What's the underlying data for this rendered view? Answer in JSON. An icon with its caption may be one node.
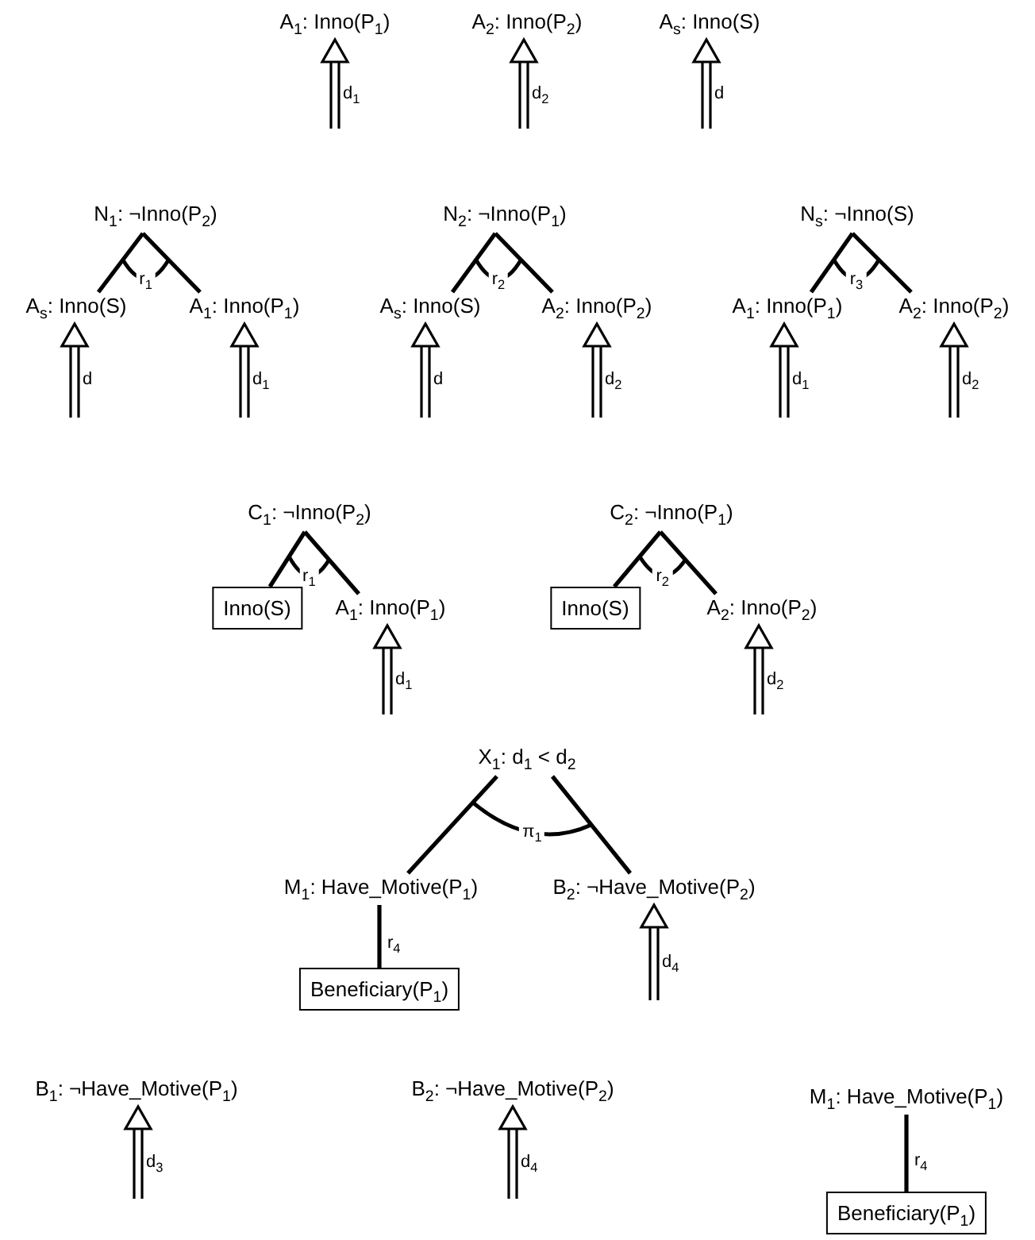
{
  "diagram": {
    "nodes": [
      {
        "text": [
          "A$_{1}$: Inno(P$_{1}$)"
        ]
      },
      {
        "text": [
          "A$_{2}$: Inno(P$_{2}$)"
        ]
      },
      {
        "text": [
          "A$_{s}$: Inno(S)"
        ]
      },
      {
        "text": [
          "N$_{1}$: ¬Inno(P$_{2}$)"
        ]
      },
      {
        "text": [
          "A$_{s}$: Inno(S)"
        ]
      },
      {
        "text": [
          "A$_{1}$: Inno(P$_{1}$)"
        ]
      },
      {
        "text": [
          "N$_{2}$: ¬Inno(P$_{1}$)"
        ]
      },
      {
        "text": [
          "A$_{s}$: Inno(S)"
        ]
      },
      {
        "text": [
          "A$_{2}$: Inno(P$_{2}$)"
        ]
      },
      {
        "text": [
          "N$_{s}$: ¬Inno(S)"
        ]
      },
      {
        "text": [
          "A$_{1}$: Inno(P$_{1}$)"
        ]
      },
      {
        "text": [
          "A$_{2}$: Inno(P$_{2}$)"
        ]
      },
      {
        "text": [
          "C$_{1}$: ¬Inno(P$_{2}$)"
        ]
      },
      {
        "text": [
          "Inno(S)"
        ]
      },
      {
        "text": [
          "A$_{1}$: Inno(P$_{1}$)"
        ]
      },
      {
        "text": [
          "C$_{2}$: ¬Inno(P$_{1}$)"
        ]
      },
      {
        "text": [
          "Inno(S)"
        ]
      },
      {
        "text": [
          "A$_{2}$: Inno(P$_{2}$)"
        ]
      },
      {
        "text": [
          "X$_{1}$: d$_{1}$ < d$_{2}$"
        ]
      },
      {
        "text": [
          "M$_{1}$: Have_Motive(P$_{1}$)"
        ]
      },
      {
        "text": [
          "B$_{2}$: ¬Have_Motive(P$_{2}$)"
        ]
      },
      {
        "text": [
          "Beneficiary(P$_{1}$)"
        ]
      },
      {
        "text": [
          "B$_{1}$: ¬Have_Motive(P$_{1}$)"
        ]
      },
      {
        "text": [
          "B$_{2}$: ¬Have_Motive(P$_{2}$)"
        ]
      },
      {
        "text": [
          "M$_{1}$: Have_Motive(P$_{1}$)"
        ]
      },
      {
        "text": [
          "Beneficiary(P$_{1}$)"
        ]
      }
    ],
    "edges": [
      {
        "from": null,
        "to": 0,
        "arrow": "to",
        "label": "d$_{1}$"
      },
      {
        "from": null,
        "to": 1,
        "arrow": "to",
        "label": "d$_{2}$"
      },
      {
        "from": null,
        "to": 2,
        "arrow": "to",
        "label": "d"
      },
      {
        "from": 3,
        "to": 4,
        "arrow": "none"
      },
      {
        "from": 3,
        "to": 5,
        "arrow": "none"
      },
      {
        "from": null,
        "to": 4,
        "arrow": "to",
        "label": "d"
      },
      {
        "from": null,
        "to": 5,
        "arrow": "to",
        "label": "d$_{1}$"
      },
      {
        "from": 6,
        "to": 7,
        "arrow": "none"
      },
      {
        "from": 6,
        "to": 8,
        "arrow": "none"
      },
      {
        "from": null,
        "to": 7,
        "arrow": "to",
        "label": "d"
      },
      {
        "from": null,
        "to": 8,
        "arrow": "to",
        "label": "d$_{2}$"
      },
      {
        "from": 9,
        "to": 10,
        "arrow": "none"
      },
      {
        "from": 9,
        "to": 11,
        "arrow": "none"
      },
      {
        "from": null,
        "to": 10,
        "arrow": "to",
        "label": "d$_{1}$"
      },
      {
        "from": null,
        "to": 11,
        "arrow": "to",
        "label": "d$_{2}$"
      },
      {
        "from": 12,
        "to": 13,
        "arrow": "none"
      },
      {
        "from": 12,
        "to": 14,
        "arrow": "none"
      },
      {
        "from": null,
        "to": 14,
        "arrow": "to",
        "label": "d$_{1}$"
      },
      {
        "from": 15,
        "to": 16,
        "arrow": "none"
      },
      {
        "from": 15,
        "to": 17,
        "arrow": "none"
      },
      {
        "from": null,
        "to": 17,
        "arrow": "to",
        "label": "d$_{2}$"
      },
      {
        "from": 18,
        "to": 19,
        "arrow": "none"
      },
      {
        "from": 18,
        "to": 20,
        "arrow": "none"
      },
      {
        "from": 21,
        "to": 19,
        "arrow": "none",
        "label": "r$_{4}$"
      },
      {
        "from": null,
        "to": 20,
        "arrow": "to",
        "label": "d$_{4}$"
      },
      {
        "from": null,
        "to": 22,
        "arrow": "to",
        "label": "d$_{3}$"
      },
      {
        "from": null,
        "to": 23,
        "arrow": "to",
        "label": "d$_{4}$"
      },
      {
        "from": 25,
        "to": 24,
        "arrow": "none",
        "label": "r$_{4}$"
      }
    ],
    "labels": [
      "r$_{1}$",
      "r$_{2}$",
      "r$_{3}$",
      "r$_{1}$",
      "r$_{2}$",
      "π$_{1}$"
    ]
  }
}
